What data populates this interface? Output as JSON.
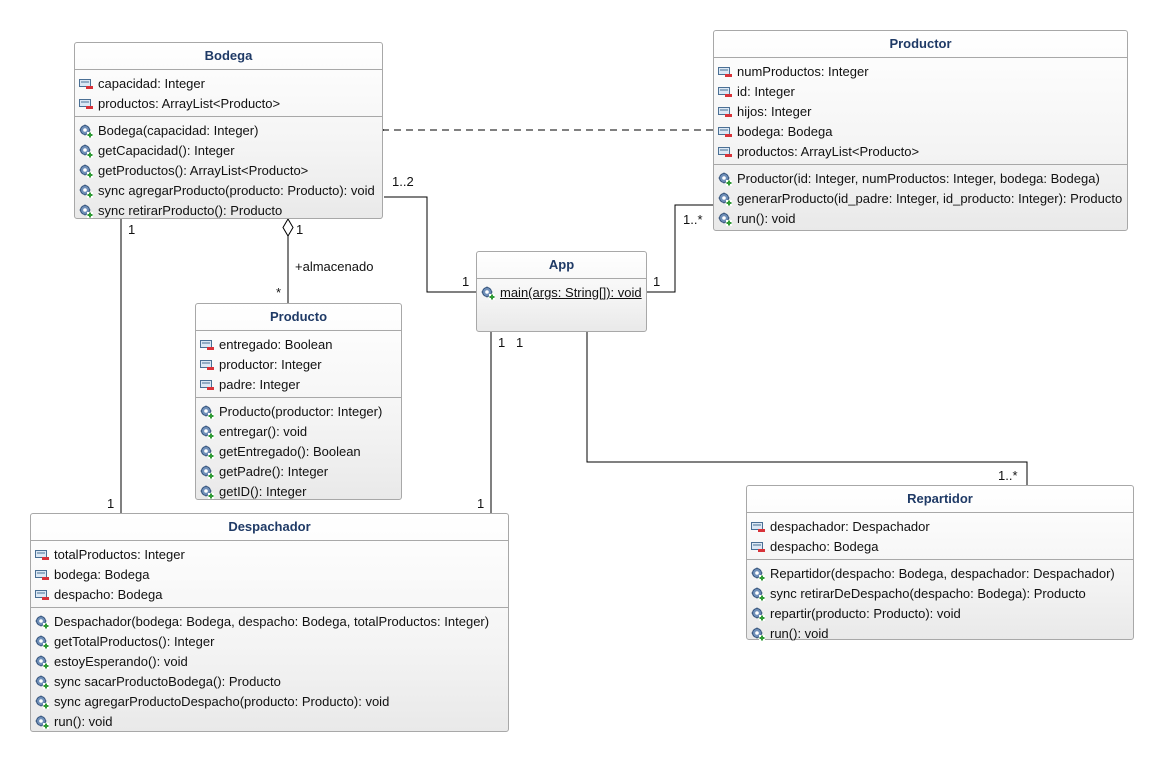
{
  "classes": {
    "bodega": {
      "name": "Bodega",
      "attributes": [
        "capacidad: Integer",
        "productos: ArrayList<Producto>"
      ],
      "operations": [
        "Bodega(capacidad: Integer)",
        "getCapacidad(): Integer",
        "getProductos(): ArrayList<Producto>",
        "sync agregarProducto(producto: Producto): void",
        "sync retirarProducto(): Producto"
      ]
    },
    "productor": {
      "name": "Productor",
      "attributes": [
        "numProductos: Integer",
        "id: Integer",
        "hijos: Integer",
        "bodega: Bodega",
        "productos: ArrayList<Producto>"
      ],
      "operations": [
        "Productor(id: Integer, numProductos: Integer, bodega: Bodega)",
        "generarProducto(id_padre: Integer, id_producto: Integer): Producto",
        "run(): void"
      ]
    },
    "app": {
      "name": "App",
      "attributes": [],
      "operations": [
        "main(args: String[]): void"
      ]
    },
    "producto": {
      "name": "Producto",
      "attributes": [
        "entregado: Boolean",
        "productor: Integer",
        "padre: Integer"
      ],
      "operations": [
        "Producto(productor: Integer)",
        "entregar(): void",
        "getEntregado(): Boolean",
        "getPadre(): Integer",
        "getID(): Integer"
      ]
    },
    "despachador": {
      "name": "Despachador",
      "attributes": [
        "totalProductos: Integer",
        "bodega: Bodega",
        "despacho: Bodega"
      ],
      "operations": [
        "Despachador(bodega: Bodega, despacho: Bodega, totalProductos: Integer)",
        "getTotalProductos(): Integer",
        "estoyEsperando(): void",
        "sync sacarProductoBodega(): Producto",
        "sync agregarProductoDespacho(producto: Producto): void",
        "run(): void"
      ]
    },
    "repartidor": {
      "name": "Repartidor",
      "attributes": [
        "despachador: Despachador",
        "despacho: Bodega"
      ],
      "operations": [
        "Repartidor(despacho: Bodega, despachador: Despachador)",
        "sync retirarDeDespacho(despacho: Bodega): Producto",
        "repartir(producto: Producto): void",
        "run(): void"
      ]
    }
  },
  "relations": {
    "bodega_app": {
      "source_mult": "1..2",
      "target_mult": "1"
    },
    "productor_app": {
      "source_mult": "1..*",
      "target_mult": "1"
    },
    "bodega_producto": {
      "source_mult": "1",
      "target_mult": "*",
      "role": "+almacenado"
    },
    "bodega_despachador": {
      "source_mult": "1",
      "target_mult": "1"
    },
    "app_despachador": {
      "source_mult": "1",
      "target_mult": "1"
    },
    "app_repartidor": {
      "source_mult": "1",
      "target_mult": "1..*"
    }
  },
  "icons": {
    "attribute": "private-field-icon",
    "operation": "public-method-icon"
  },
  "colors": {
    "title": "#1f3a66",
    "border": "#a8a8a8",
    "line": "#000000"
  }
}
